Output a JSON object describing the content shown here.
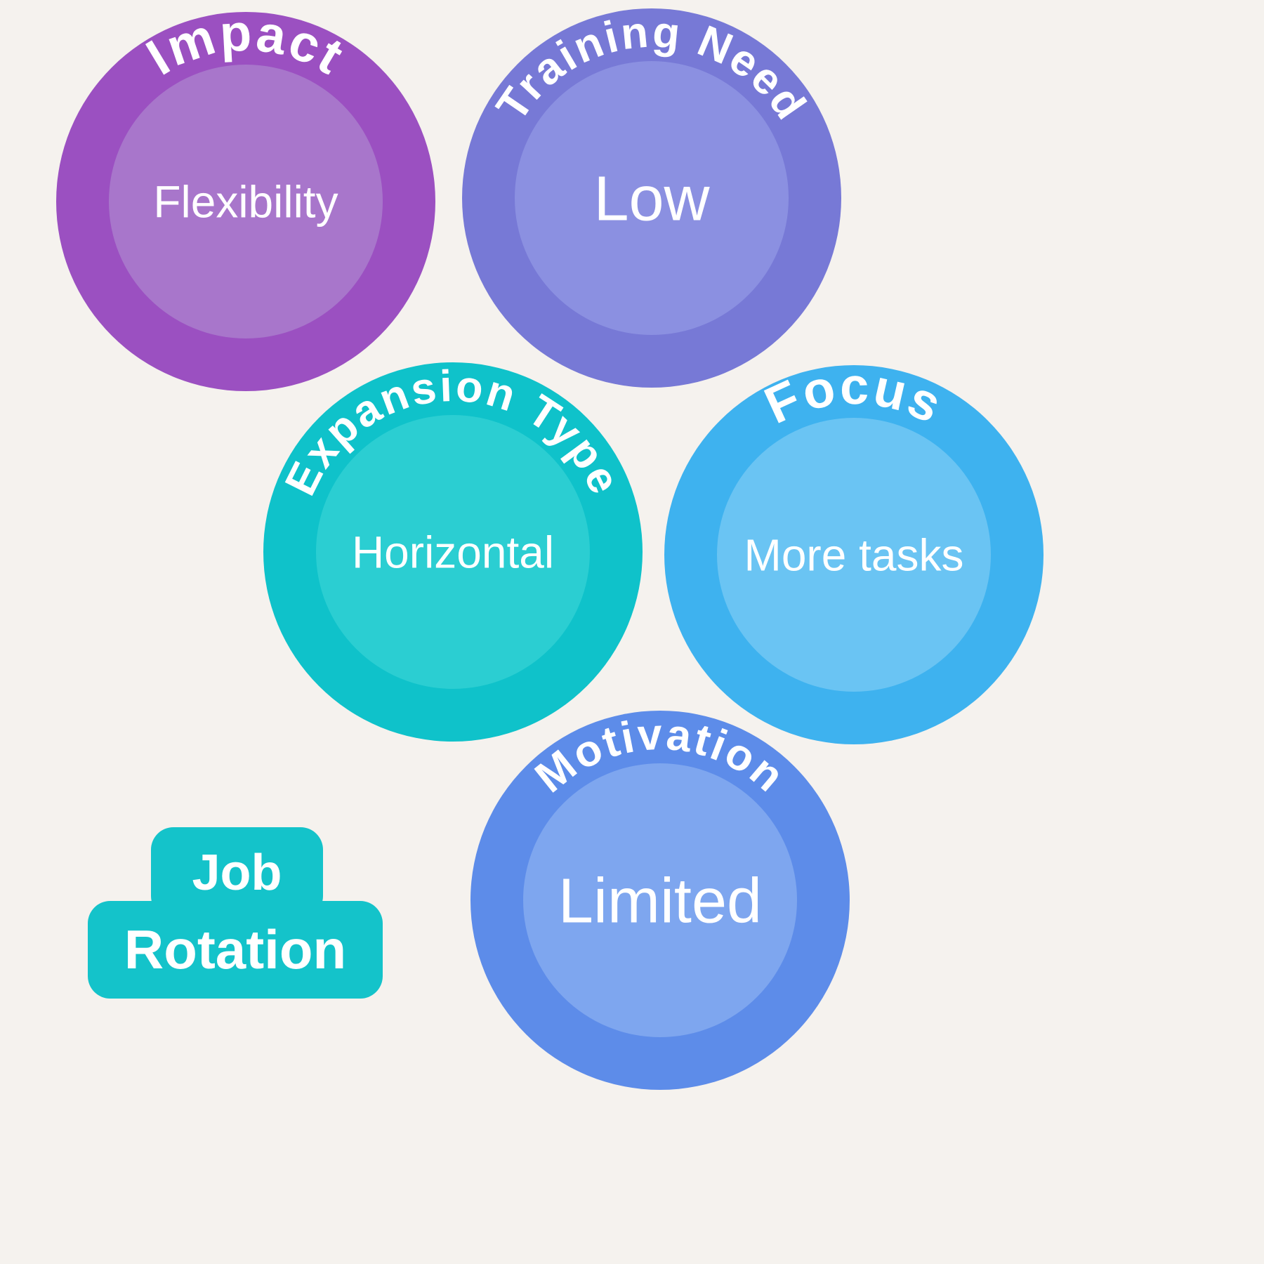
{
  "background": "#f5f2ee",
  "badge": {
    "line1": "Job",
    "line2": "Rotation",
    "color": "#14c3ca",
    "text_color": "#ffffff"
  },
  "circles": [
    {
      "name": "impact",
      "label": "Impact",
      "value": "Flexibility",
      "outer_color": "#9b50c1",
      "inner_color": "#a876cb",
      "text_color": "#ffffff"
    },
    {
      "name": "training-need",
      "label": "Training Need",
      "value": "Low",
      "outer_color": "#7779d6",
      "inner_color": "#8b90e1",
      "text_color": "#ffffff"
    },
    {
      "name": "expansion-type",
      "label": "Expansion Type",
      "value": "Horizontal",
      "outer_color": "#0fc2ca",
      "inner_color": "#2bced2",
      "text_color": "#ffffff"
    },
    {
      "name": "focus",
      "label": "Focus",
      "value": "More tasks",
      "outer_color": "#3eb2ef",
      "inner_color": "#6ac4f3",
      "text_color": "#ffffff"
    },
    {
      "name": "motivation",
      "label": "Motivation",
      "value": "Limited",
      "outer_color": "#5d8ce9",
      "inner_color": "#7ea6ef",
      "text_color": "#ffffff"
    }
  ]
}
